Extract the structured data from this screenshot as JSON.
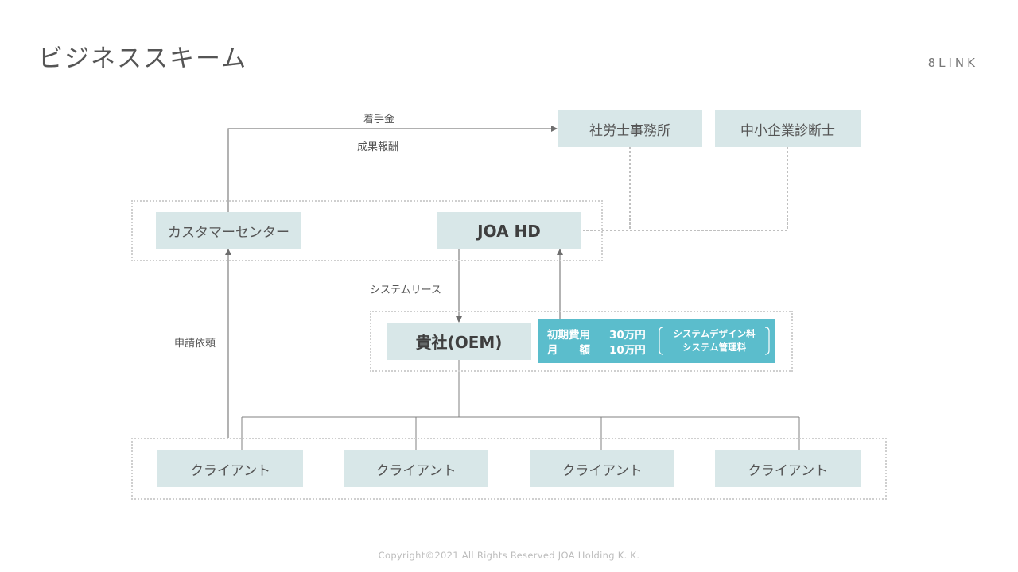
{
  "header": {
    "title": "ビジネススキーム",
    "logo": "8LINK"
  },
  "diagram": {
    "partners": {
      "labor_office": "社労士事務所",
      "sme_consultant": "中小企業診断士"
    },
    "joa_group": {
      "customer_center": "カスタマーセンター",
      "joa_hd": "JOA HD"
    },
    "oem": {
      "label": "貴社(OEM)",
      "fees": {
        "initial_label": "初期費用",
        "initial_value": "30万円",
        "monthly_label": "月　　額",
        "monthly_value": "10万円",
        "note_line1": "システムデザイン料",
        "note_line2": "システム管理料"
      }
    },
    "clients": [
      "クライアント",
      "クライアント",
      "クライアント",
      "クライアント"
    ],
    "flow_labels": {
      "retainer": "着手金",
      "success_fee": "成果報酬",
      "system_lease": "システムリース",
      "application_request": "申請依頼"
    }
  },
  "footer": {
    "copyright": "Copyright©2021 All Rights Reserved JOA Holding K. K."
  }
}
